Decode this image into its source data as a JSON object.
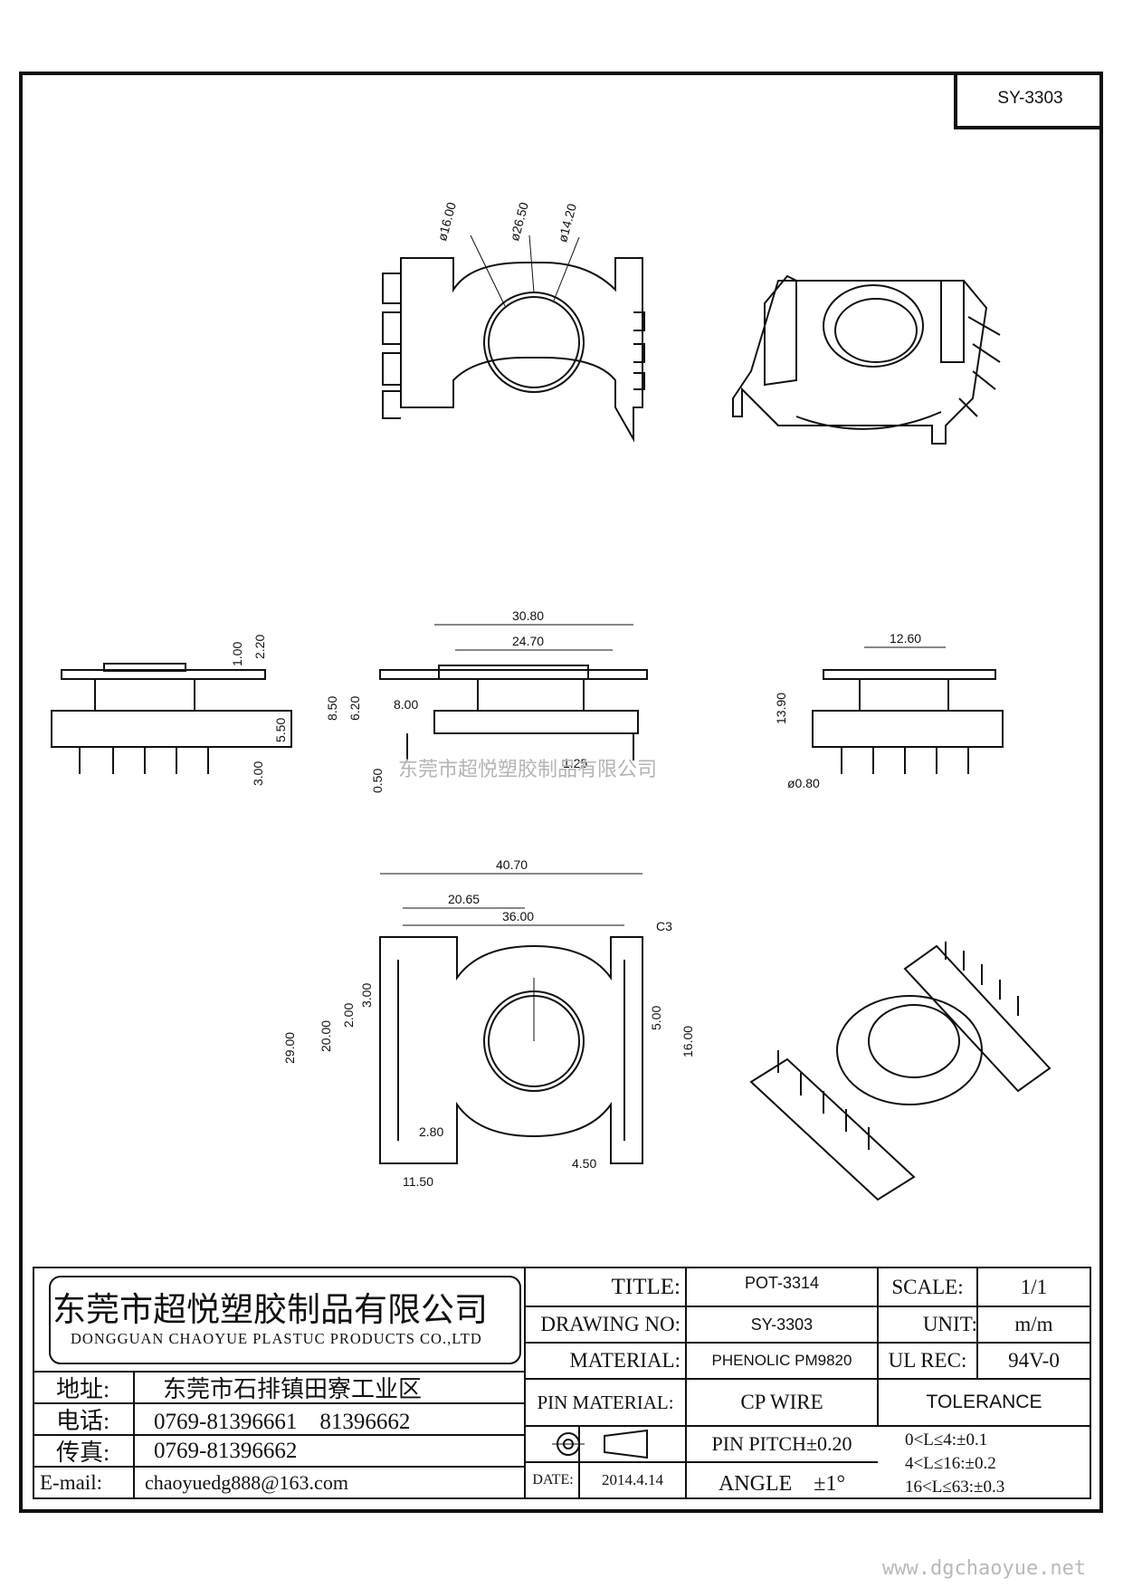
{
  "drawing_code": "SY-3303",
  "dimensions": {
    "d1": "ø16.00",
    "d2": "ø26.50",
    "d3": "ø14.20",
    "h_1_00": "1.00",
    "h_2_20": "2.20",
    "h_5_50": "5.50",
    "h_3_00": "3.00",
    "w_30_80": "30.80",
    "w_24_70": "24.70",
    "h_8_50": "8.50",
    "h_6_20": "6.20",
    "w_8_00": "8.00",
    "h_0_50": "0.50",
    "w_1_25": "1.25",
    "w_12_60": "12.60",
    "h_13_90": "13.90",
    "pin_d": "ø0.80",
    "w_40_70": "40.70",
    "w_20_65": "20.65",
    "w_36_00": "36.00",
    "chamfer": "C3",
    "h_29_00": "29.00",
    "h_20_00": "20.00",
    "h_2_00": "2.00",
    "h_3_00_b": "3.00",
    "h_5_00": "5.00",
    "h_16_00": "16.00",
    "w_2_80": "2.80",
    "w_4_50": "4.50",
    "w_11_50": "11.50"
  },
  "watermark_cn": "东莞市超悦塑胶制品有限公司",
  "watermark_url": "www.dgchaoyue.net",
  "title_block": {
    "company_cn": "东莞市超悦塑胶制品有限公司",
    "company_en": "DONGGUAN CHAOYUE PLASTUC PRODUCTS CO.,LTD",
    "address_label": "地址:",
    "address": "东莞市石排镇田寮工业区",
    "phone_label": "电话:",
    "phone": "0769-81396661　81396662",
    "fax_label": "传真:",
    "fax": "0769-81396662",
    "email_label": "E-mail:",
    "email": "chaoyuedg888@163.com",
    "title_label": "TITLE:",
    "title": "POT-3314",
    "drawing_no_label": "DRAWING NO:",
    "drawing_no": "SY-3303",
    "material_label": "MATERIAL:",
    "material": "PHENOLIC PM9820",
    "pin_material_label": "PIN MATERIAL:",
    "pin_material": "CP WIRE",
    "pin_pitch": "PIN PITCH±0.20",
    "date_label": "DATE:",
    "date": "2014.4.14",
    "angle": "ANGLE　±1°",
    "scale_label": "SCALE:",
    "scale": "1/1",
    "unit_label": "UNIT:",
    "unit": "m/m",
    "ul_rec_label": "UL REC:",
    "ul_rec": "94V-0",
    "tolerance_label": "TOLERANCE",
    "tolerance": [
      "0<L≤4:±0.1",
      "4<L≤16:±0.2",
      "16<L≤63:±0.3"
    ]
  }
}
